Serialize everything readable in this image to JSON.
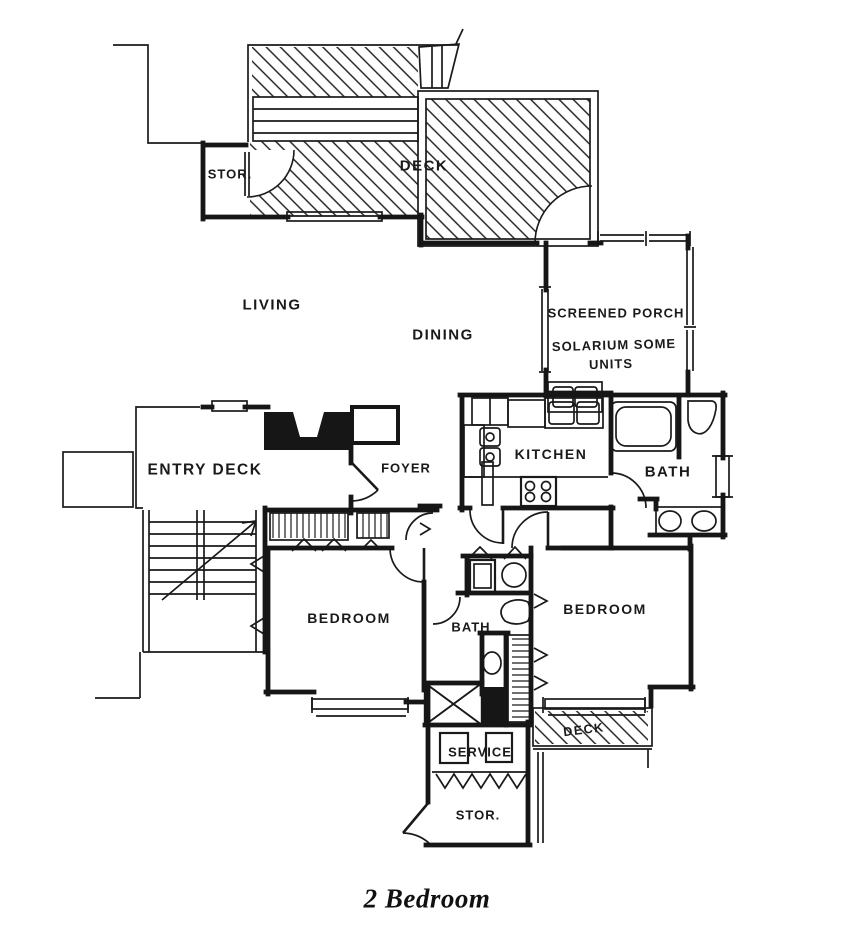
{
  "page": {
    "background": "#ffffff",
    "ink": "#1a1a1a"
  },
  "plan": {
    "rooms": {
      "stor_top": "STOR.",
      "deck_top": "DECK",
      "living": "LIVING",
      "dining": "DINING",
      "screened_porch": "SCREENED PORCH",
      "solarium_line1": "SOLARIUM SOME",
      "solarium_line2": "UNITS",
      "kitchen": "KITCHEN",
      "bath_right": "BATH",
      "entry_deck": "ENTRY DECK",
      "foyer": "FOYER",
      "bedroom_left": "BEDROOM",
      "bath_center": "BATH",
      "bedroom_right": "BEDROOM",
      "deck_bottom": "DECK",
      "service": "SERVICE",
      "stor_bottom": "STOR."
    },
    "caption": "2 Bedroom"
  }
}
